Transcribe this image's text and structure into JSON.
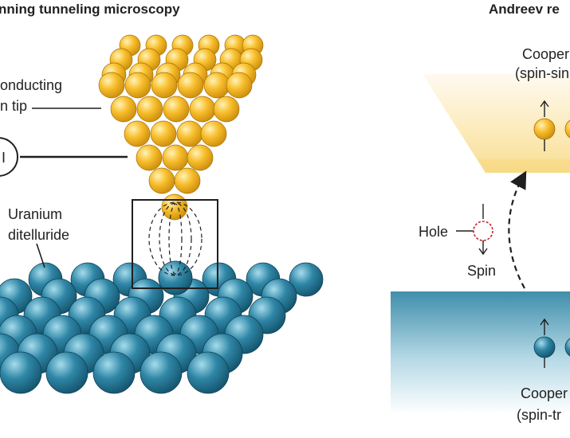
{
  "panels": {
    "stm": {
      "title": "nning tunneling microscopy",
      "labels": {
        "tip_line1": "onducting",
        "tip_line2": "n tip",
        "current": "I",
        "sample_line1": "Uranium",
        "sample_line2": "ditelluride"
      }
    },
    "andreev": {
      "title": "Andreev re",
      "labels": {
        "top_line1": "Cooper",
        "top_line2": "(spin-sin",
        "hole": "Hole",
        "spin": "Spin",
        "bottom_line1": "Cooper",
        "bottom_line2": "(spin-tr"
      }
    }
  },
  "colors": {
    "tip_atom": "#f5b21e",
    "sample_atom": "#2f86a6",
    "hole_outline": "#c0282d",
    "text": "#222222"
  }
}
